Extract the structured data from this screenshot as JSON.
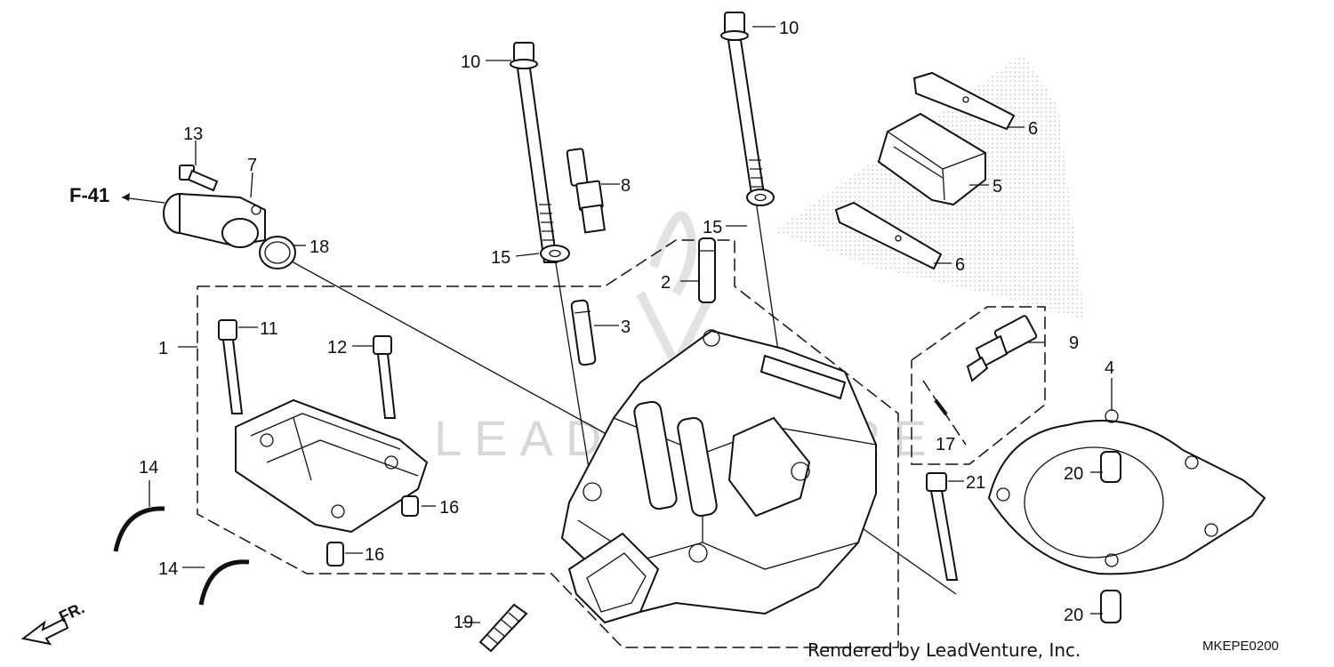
{
  "labels": {
    "p1": "1",
    "p2": "2",
    "p3": "3",
    "p4": "4",
    "p5": "5",
    "p6a": "6",
    "p6b": "6",
    "p7": "7",
    "p8": "8",
    "p9": "9",
    "p10a": "10",
    "p10b": "10",
    "p11": "11",
    "p12": "12",
    "p13": "13",
    "p14a": "14",
    "p14b": "14",
    "p15a": "15",
    "p15b": "15",
    "p16a": "16",
    "p16b": "16",
    "p17": "17",
    "p18": "18",
    "p19": "19",
    "p20a": "20",
    "p20b": "20",
    "p21": "21"
  },
  "reference": "F-41",
  "direction": "FR.",
  "credit": "Rendered by LeadVenture, Inc.",
  "diagram_code": "MKEPE0200",
  "watermark": "LEADVENTURE"
}
